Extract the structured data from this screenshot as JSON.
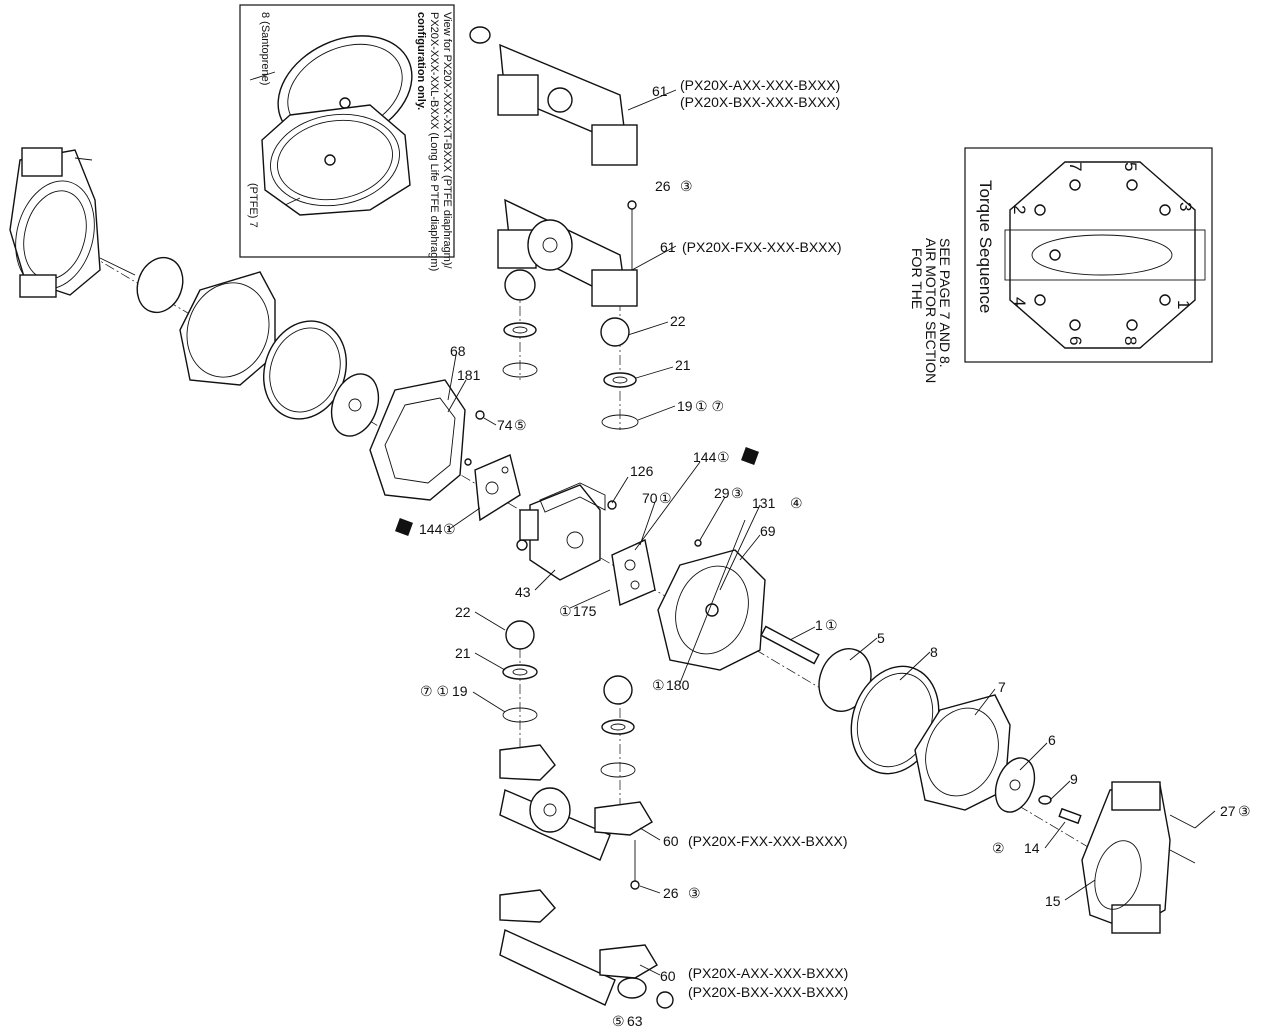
{
  "inset": {
    "line1": "View for PX20X-XXX-XXT-BXXX (PTFE diaphragm)/",
    "line2": "PX20X-XXX-XXL-BXXX (Long Life PTFE diaphragm)",
    "line3": "configuration only.",
    "label_santoprene": "8 (Santoprene)",
    "label_ptfe": "(PTFE) 7"
  },
  "air_motor_note": {
    "line1": "FOR THE",
    "line2": "AIR MOTOR SECTION",
    "line3": "SEE PAGE 7 AND 8."
  },
  "torque": {
    "title": "Torque Sequence",
    "n1": "1",
    "n2": "2",
    "n3": "3",
    "n4": "4",
    "n5": "5",
    "n6": "6",
    "n7": "7",
    "n8": "8"
  },
  "callouts": {
    "c61a": "61",
    "c61a_code1": "(PX20X-AXX-XXX-BXXX)",
    "c61a_code2": "(PX20X-BXX-XXX-BXXX)",
    "c26_top": "26",
    "c61b": "61",
    "c61b_code": "(PX20X-FXX-XXX-BXXX)",
    "c22_top": "22",
    "c21_top": "21",
    "c19_top": "19",
    "c68": "68",
    "c181": "181",
    "c74": "74",
    "c144_left": "144",
    "c126": "126",
    "c144_mid": "144",
    "c70": "70",
    "c29": "29",
    "c131": "131",
    "c69": "69",
    "c43": "43",
    "c175": "175",
    "c1": "1",
    "c5": "5",
    "c8": "8",
    "c180": "180",
    "c7": "7",
    "c6": "6",
    "c9": "9",
    "c27": "27",
    "c14": "14",
    "c15": "15",
    "c22_bot": "22",
    "c21_bot": "21",
    "c19_bot": "19",
    "c60a": "60",
    "c60a_code": "(PX20X-FXX-XXX-BXXX)",
    "c26_bot": "26",
    "c60b": "60",
    "c60b_code1": "(PX20X-AXX-XXX-BXXX)",
    "c60b_code2": "(PX20X-BXX-XXX-BXXX)",
    "c63": "63"
  },
  "symbols": {
    "s26_top": "③",
    "s19_top": "① ⑦",
    "s74": "⑤",
    "s144_left": "①",
    "s144_mid": "①",
    "s70": "①",
    "s29": "③",
    "s131": "④",
    "s175": "①",
    "s1": "①",
    "s180": "①",
    "s27": "③",
    "s14": "②",
    "s19_bot": "⑦ ①",
    "s26_bot": "③",
    "s63": "⑤"
  }
}
